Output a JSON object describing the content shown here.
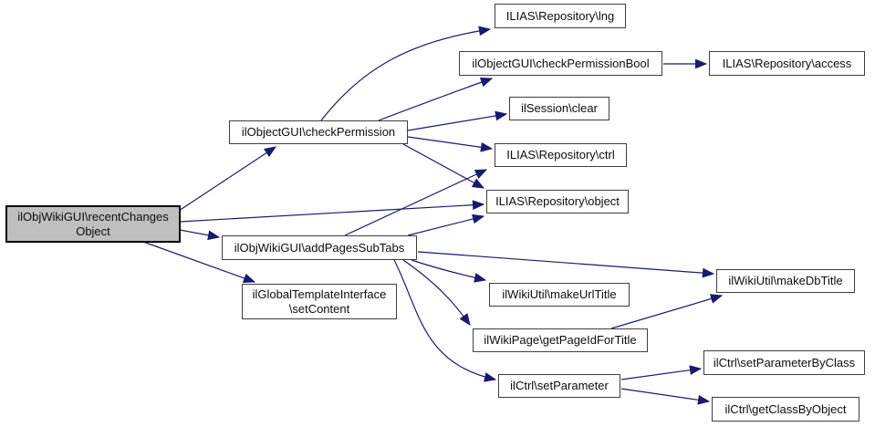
{
  "diagram": {
    "type": "doxygen-call-graph",
    "background_color": "#ffffff",
    "edge_color": "#191970",
    "node_fill": "#ffffff",
    "highlighted_node_fill": "#bfbfbf",
    "nodes": [
      {
        "id": "recentChangesObject",
        "label": "ilObjWikiGUI\\recentChanges\nObject",
        "highlighted": true
      },
      {
        "id": "checkPermission",
        "label": "ilObjectGUI\\checkPermission"
      },
      {
        "id": "lng",
        "label": "ILIAS\\Repository\\lng"
      },
      {
        "id": "checkPermissionBool",
        "label": "ilObjectGUI\\checkPermissionBool"
      },
      {
        "id": "access",
        "label": "ILIAS\\Repository\\access"
      },
      {
        "id": "clear",
        "label": "ilSession\\clear"
      },
      {
        "id": "ctrl",
        "label": "ILIAS\\Repository\\ctrl"
      },
      {
        "id": "object",
        "label": "ILIAS\\Repository\\object"
      },
      {
        "id": "addPagesSubTabs",
        "label": "ilObjWikiGUI\\addPagesSubTabs"
      },
      {
        "id": "setContent",
        "label": "ilGlobalTemplateInterface\n\\setContent"
      },
      {
        "id": "makeUrlTitle",
        "label": "ilWikiUtil\\makeUrlTitle"
      },
      {
        "id": "makeDbTitle",
        "label": "ilWikiUtil\\makeDbTitle"
      },
      {
        "id": "getPageIdForTitle",
        "label": "ilWikiPage\\getPageIdForTitle"
      },
      {
        "id": "setParameter",
        "label": "ilCtrl\\setParameter"
      },
      {
        "id": "setParameterByClass",
        "label": "ilCtrl\\setParameterByClass"
      },
      {
        "id": "getClassByObject",
        "label": "ilCtrl\\getClassByObject"
      }
    ],
    "edges": [
      {
        "from": "recentChangesObject",
        "to": "checkPermission"
      },
      {
        "from": "recentChangesObject",
        "to": "object"
      },
      {
        "from": "recentChangesObject",
        "to": "addPagesSubTabs"
      },
      {
        "from": "recentChangesObject",
        "to": "setContent"
      },
      {
        "from": "checkPermission",
        "to": "lng"
      },
      {
        "from": "checkPermission",
        "to": "checkPermissionBool"
      },
      {
        "from": "checkPermission",
        "to": "clear"
      },
      {
        "from": "checkPermission",
        "to": "ctrl"
      },
      {
        "from": "checkPermission",
        "to": "object"
      },
      {
        "from": "checkPermissionBool",
        "to": "access"
      },
      {
        "from": "addPagesSubTabs",
        "to": "ctrl"
      },
      {
        "from": "addPagesSubTabs",
        "to": "object"
      },
      {
        "from": "addPagesSubTabs",
        "to": "makeDbTitle"
      },
      {
        "from": "addPagesSubTabs",
        "to": "makeUrlTitle"
      },
      {
        "from": "addPagesSubTabs",
        "to": "getPageIdForTitle"
      },
      {
        "from": "addPagesSubTabs",
        "to": "setParameter"
      },
      {
        "from": "getPageIdForTitle",
        "to": "makeDbTitle"
      },
      {
        "from": "setParameter",
        "to": "setParameterByClass"
      },
      {
        "from": "setParameter",
        "to": "getClassByObject"
      }
    ]
  }
}
